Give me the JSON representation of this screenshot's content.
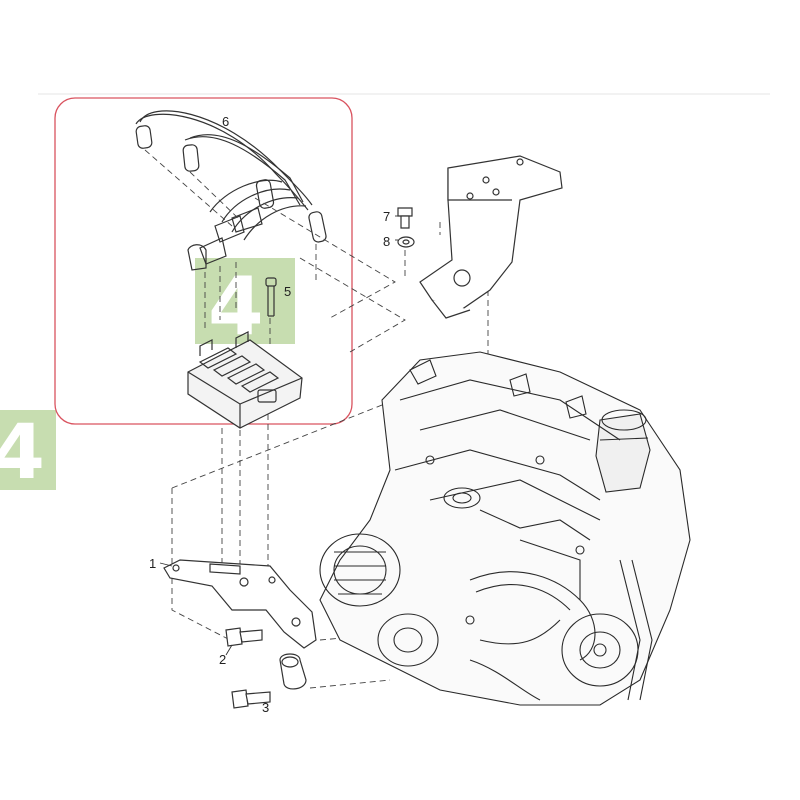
{
  "watermark": {
    "glyph": "4",
    "color_bg": "#c7ddb0",
    "color_fg": "#ffffff"
  },
  "highlight_frame_color": "#d9535f",
  "callouts": [
    {
      "id": "c1",
      "label": "1"
    },
    {
      "id": "c2",
      "label": "2"
    },
    {
      "id": "c3",
      "label": "3"
    },
    {
      "id": "c5",
      "label": "5"
    },
    {
      "id": "c6",
      "label": "6"
    },
    {
      "id": "c7",
      "label": "7"
    },
    {
      "id": "c8",
      "label": "8"
    }
  ]
}
